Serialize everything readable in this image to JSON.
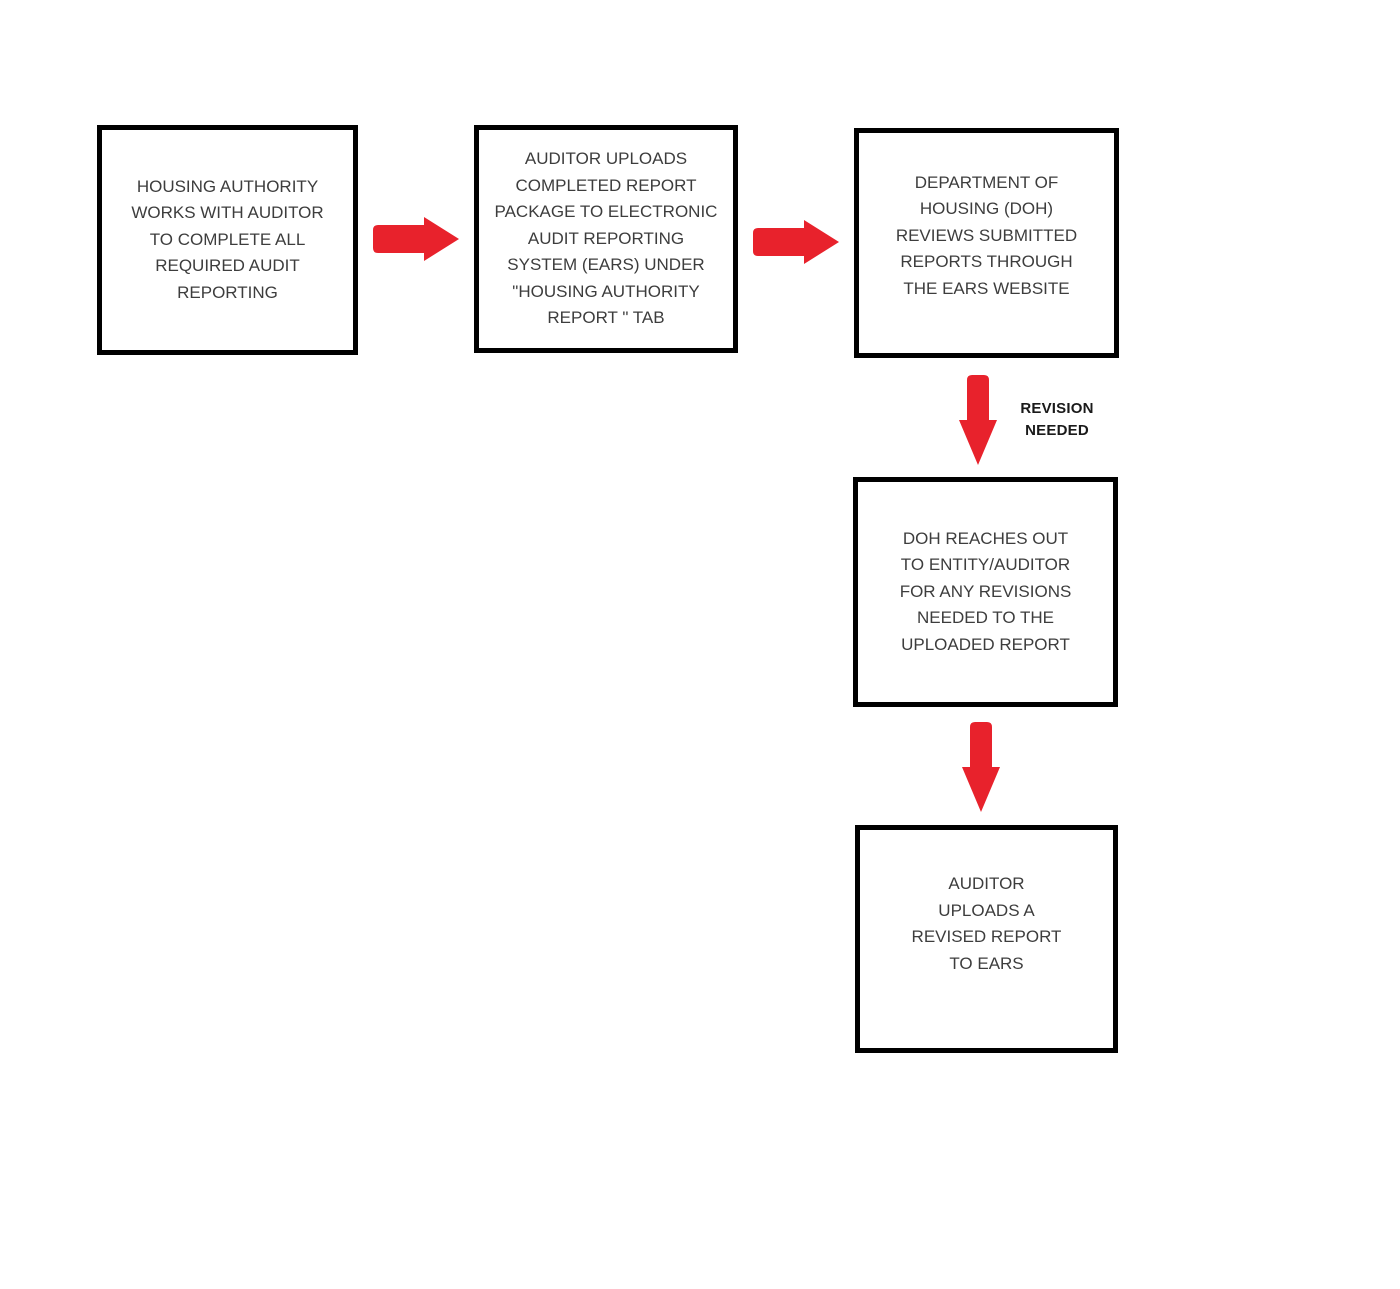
{
  "flowchart": {
    "colors": {
      "arrow_red": "#e8222c",
      "box_border": "#000000",
      "box_text": "#3d3d3d",
      "label_text": "#1a1a1a",
      "background": "#ffffff"
    },
    "boxes": [
      {
        "id": "step-1",
        "text": "HOUSING AUTHORITY\nWORKS WITH AUDITOR\nTO COMPLETE ALL\nREQUIRED AUDIT\nREPORTING"
      },
      {
        "id": "step-2",
        "text": "AUDITOR UPLOADS\nCOMPLETED REPORT\nPACKAGE TO ELECTRONIC\nAUDIT REPORTING\nSYSTEM (EARS) UNDER\n\"HOUSING AUTHORITY\nREPORT \" TAB"
      },
      {
        "id": "step-3",
        "text": "DEPARTMENT OF\nHOUSING (DOH)\nREVIEWS SUBMITTED\nREPORTS THROUGH\nTHE EARS WEBSITE"
      },
      {
        "id": "step-4",
        "text": "DOH REACHES OUT\nTO ENTITY/AUDITOR\nFOR ANY REVISIONS\nNEEDED TO THE\nUPLOADED REPORT"
      },
      {
        "id": "step-5",
        "text": "AUDITOR\nUPLOADS A\nREVISED REPORT\nTO EARS"
      }
    ],
    "arrows": [
      {
        "id": "arrow-1",
        "direction": "right",
        "from": "step-1",
        "to": "step-2"
      },
      {
        "id": "arrow-2",
        "direction": "right",
        "from": "step-2",
        "to": "step-3"
      },
      {
        "id": "arrow-3",
        "direction": "down",
        "from": "step-3",
        "to": "step-4",
        "label": "REVISION\nNEEDED"
      },
      {
        "id": "arrow-4",
        "direction": "down",
        "from": "step-4",
        "to": "step-5"
      }
    ],
    "arrow_label": "REVISION\nNEEDED"
  }
}
